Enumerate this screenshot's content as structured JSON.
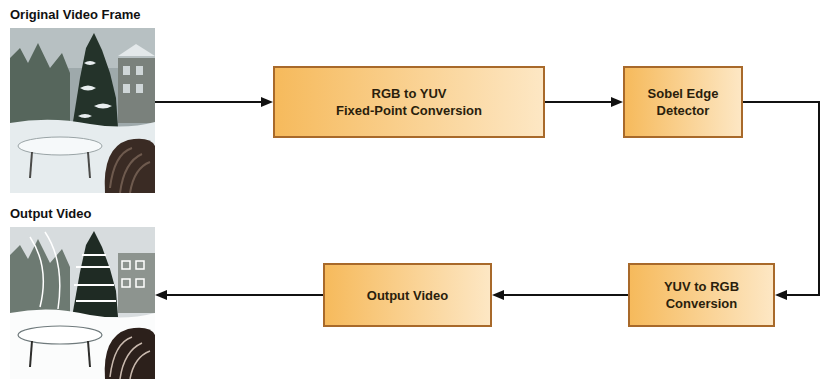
{
  "diagram": {
    "nodes": [
      {
        "text": [
          "Original Video Frame"
        ]
      },
      {
        "text": [
          "RGB to YUV Fixed-Point Conversion"
        ]
      },
      {
        "text": [
          "Sobel Edge Detector"
        ]
      },
      {
        "text": [
          "Output Video"
        ]
      },
      {
        "text": [
          "Output Video"
        ]
      },
      {
        "text": [
          "YUV to RGB Conversion"
        ]
      }
    ],
    "edges": [
      {
        "from": 0,
        "to": 1,
        "arrow": "to"
      },
      {
        "from": 1,
        "to": 2,
        "arrow": "to"
      },
      {
        "from": 2,
        "to": 5,
        "arrow": "to"
      },
      {
        "from": 5,
        "to": 4,
        "arrow": "to"
      },
      {
        "from": 4,
        "to": 3,
        "arrow": "to"
      }
    ]
  }
}
